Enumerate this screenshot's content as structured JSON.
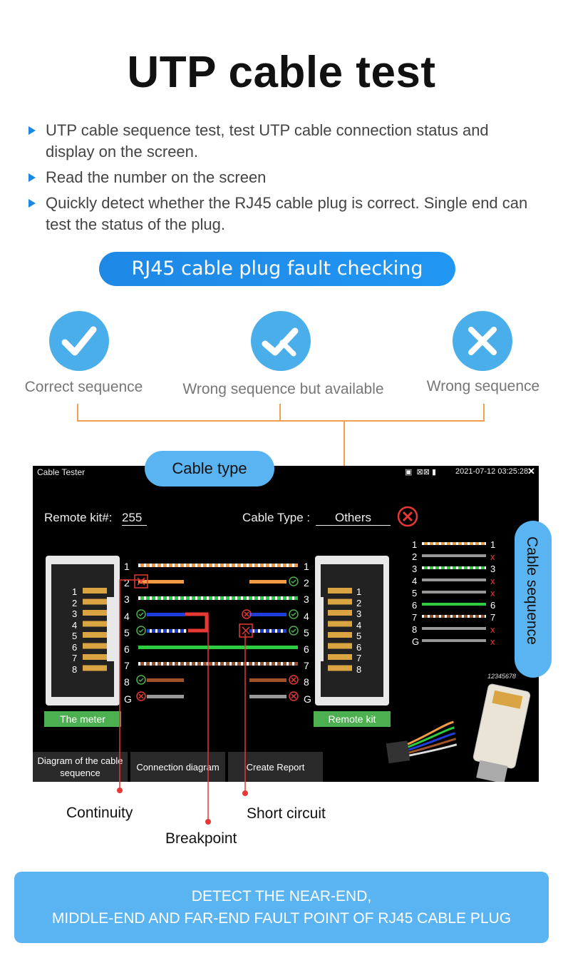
{
  "title": "UTP cable test",
  "bullets": [
    "UTP cable sequence test, test UTP cable connection status and display on the screen.",
    "Read the number on the screen",
    "Quickly detect whether the RJ45 cable plug is correct. Single end can test the status of the plug."
  ],
  "fault_pill": "RJ45 cable plug fault checking",
  "statuses": [
    {
      "label": "Correct sequence",
      "icon": "check-icon"
    },
    {
      "label": "Wrong sequence but available",
      "icon": "check-cross-icon"
    },
    {
      "label": "Wrong sequence",
      "icon": "cross-icon"
    }
  ],
  "cable_type_bubble": "Cable type",
  "cable_sequence_bubble": "Cable sequence",
  "screen": {
    "app_title": "Cable Tester",
    "datetime": "2021-07-12 03:25:28",
    "remote_kit_label": "Remote kit#:",
    "remote_kit_value": "255",
    "cable_type_label": "Cable Type :",
    "cable_type_value": "Others",
    "meter_label": "The meter",
    "remote_label": "Remote kit",
    "pins": [
      "1",
      "2",
      "3",
      "4",
      "5",
      "6",
      "7",
      "8",
      "G"
    ],
    "plug_pins": [
      "1",
      "2",
      "3",
      "4",
      "5",
      "6",
      "7",
      "8"
    ],
    "sequence": [
      {
        "left": "1",
        "right": "1"
      },
      {
        "left": "2",
        "right": "x"
      },
      {
        "left": "3",
        "right": "3"
      },
      {
        "left": "4",
        "right": "x"
      },
      {
        "left": "5",
        "right": "x"
      },
      {
        "left": "6",
        "right": "6"
      },
      {
        "left": "7",
        "right": "7"
      },
      {
        "left": "8",
        "right": "x"
      },
      {
        "left": "G",
        "right": "x"
      }
    ],
    "plug_code": "12345678",
    "tabs": [
      "Diagram of the cable sequence",
      "Connection diagram",
      "Create Report"
    ]
  },
  "callouts": {
    "continuity": "Continuity",
    "short_circuit": "Short circuit",
    "breakpoint": "Breakpoint"
  },
  "bottom_banner": {
    "line1": "DETECT THE NEAR-END,",
    "line2": "MIDDLE-END AND FAR-END FAULT POINT OF RJ45 CABLE PLUG"
  },
  "colors": {
    "accent_blue": "#1e88e5",
    "bubble_blue": "#5ab4f2",
    "bracket_orange": "#f0a050",
    "ok_green": "#4caf50",
    "err_red": "#e53935"
  }
}
